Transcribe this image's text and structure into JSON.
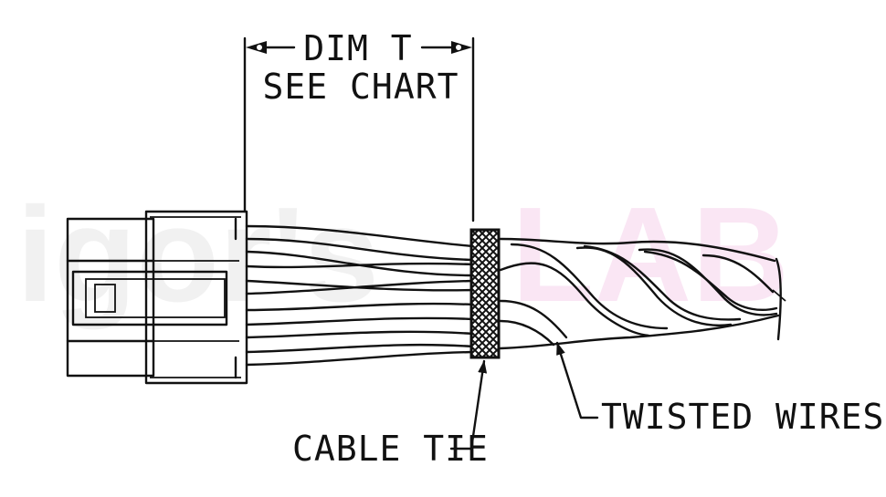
{
  "labels": {
    "dim": "DIM T",
    "see_chart": "SEE CHART",
    "cable_tie": "CABLE TIE",
    "twisted_wires": "TWISTED WIRES"
  },
  "watermark": {
    "left": "igor's",
    "right": "LAB",
    "left_color": "#e6e6e6",
    "right_color": "#f6d3ec"
  },
  "colors": {
    "line": "#111111",
    "background": "#ffffff"
  }
}
